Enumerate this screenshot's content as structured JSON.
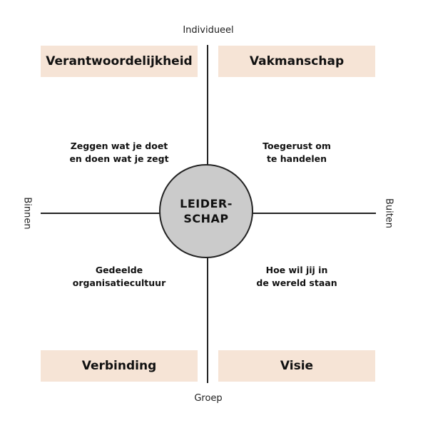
{
  "colors": {
    "box_fill": "#f6e4d6",
    "circle_fill": "#cbcbcb",
    "line": "#222222"
  },
  "axes": {
    "top": "Individueel",
    "bottom": "Groep",
    "left": "Binnen",
    "right": "Buiten"
  },
  "center": {
    "line1": "LEIDER-",
    "line2": "SCHAP"
  },
  "boxes": {
    "top_left": "Verantwoordelijkheid",
    "top_right": "Vakmanschap",
    "bottom_left": "Verbinding",
    "bottom_right": "Visie"
  },
  "quadrants": {
    "top_left": [
      "Zeggen wat je doet",
      "en doen wat je zegt"
    ],
    "top_right": [
      "Toegerust om",
      "te handelen"
    ],
    "bottom_left": [
      "Gedeelde",
      "organisatiecultuur"
    ],
    "bottom_right": [
      "Hoe wil jij in",
      "de wereld staan"
    ]
  }
}
